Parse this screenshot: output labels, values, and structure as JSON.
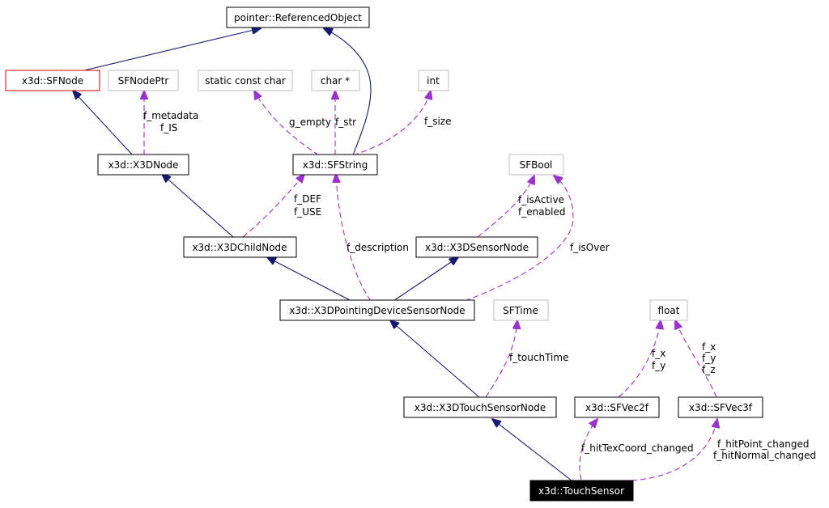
{
  "nodes": {
    "referenced_object": "pointer::ReferencedObject",
    "sfnode": "x3d::SFNode",
    "sfnodeptr": "SFNodePtr",
    "static_const_char": "static const char",
    "char_ptr": "char *",
    "int": "int",
    "x3dnode": "x3d::X3DNode",
    "sfstring": "x3d::SFString",
    "sfbool": "SFBool",
    "x3dchildnode": "x3d::X3DChildNode",
    "x3dsensornode": "x3d::X3DSensorNode",
    "x3dpointing": "x3d::X3DPointingDeviceSensorNode",
    "sftime": "SFTime",
    "float": "float",
    "x3dtouchsensornode": "x3d::X3DTouchSensorNode",
    "sfvec2f": "x3d::SFVec2f",
    "sfvec3f": "x3d::SFVec3f",
    "touchsensor": "x3d::TouchSensor"
  },
  "edge_labels": {
    "f_metadata": "f_metadata",
    "f_is": "f_IS",
    "g_empty": "g_empty",
    "f_str": "f_str",
    "f_size": "f_size",
    "f_def": "f_DEF",
    "f_use": "f_USE",
    "f_isactive": "f_isActive",
    "f_enabled": "f_enabled",
    "f_description": "f_description",
    "f_isover": "f_isOver",
    "f_touchtime": "f_touchTime",
    "f_x2": "f_x",
    "f_y2": "f_y",
    "f_x3": "f_x",
    "f_y3": "f_y",
    "f_z3": "f_z",
    "f_hittexcoord": "f_hitTexCoord_changed",
    "f_hitpoint": "f_hitPoint_changed",
    "f_hitnormal": "f_hitNormal_changed"
  },
  "colors": {
    "inheritance_edge": "#191970",
    "member_edge": "#9a32cd",
    "highlight_node_border": "#cc0000",
    "external_type_border": "#bfbfbf",
    "current_node_fill": "#000000"
  }
}
